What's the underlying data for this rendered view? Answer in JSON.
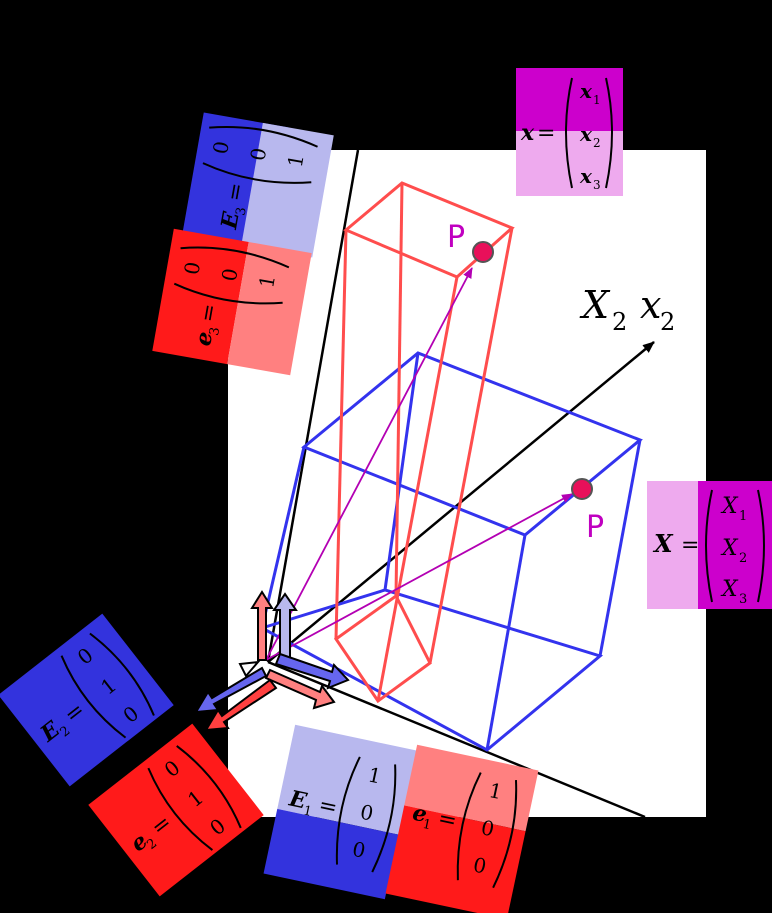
{
  "colors": {
    "background": "#000000",
    "panel": "#ffffff",
    "deformed_box": "#ff4d4d",
    "reference_box": "#3333ee",
    "position_arrow": "#b300b3",
    "point_fill": "#e8105a",
    "point_label": "#c000c0",
    "blue_solid": "#3333dd",
    "blue_light": "#b8b8ee",
    "red_solid": "#ff1a1a",
    "red_light": "#ff8080",
    "magenta_solid": "#cc00cc",
    "magenta_light": "#eeaaee"
  },
  "labels": {
    "axis_X": "X",
    "axis_x": "x",
    "axis_index": "2",
    "point_current": "P",
    "point_reference": "P"
  },
  "vectors": {
    "x_spatial": {
      "symbol": "x",
      "eq": "=",
      "entries": [
        "x",
        "x",
        "x"
      ],
      "indices": [
        "1",
        "2",
        "3"
      ]
    },
    "X_material": {
      "symbol": "X",
      "eq": "=",
      "entries": [
        "X",
        "X",
        "X"
      ],
      "indices": [
        "1",
        "2",
        "3"
      ]
    },
    "E3": {
      "symbol": "E",
      "index": "3",
      "eq": "=",
      "entries": [
        "0",
        "0",
        "1"
      ]
    },
    "e3": {
      "symbol": "e",
      "index": "3",
      "eq": "=",
      "entries": [
        "0",
        "0",
        "1"
      ]
    },
    "E2": {
      "symbol": "E",
      "index": "2",
      "eq": "=",
      "entries": [
        "0",
        "1",
        "0"
      ]
    },
    "e2": {
      "symbol": "e",
      "index": "2",
      "eq": "=",
      "entries": [
        "0",
        "1",
        "0"
      ]
    },
    "E1": {
      "symbol": "E",
      "index": "1",
      "eq": "=",
      "entries": [
        "1",
        "0",
        "0"
      ]
    },
    "e1": {
      "symbol": "e",
      "index": "1",
      "eq": "=",
      "entries": [
        "1",
        "0",
        "0"
      ]
    }
  },
  "icons": {
    "basis_arrows": "basis-arrows-icon",
    "point_marker": "point-marker-icon"
  }
}
